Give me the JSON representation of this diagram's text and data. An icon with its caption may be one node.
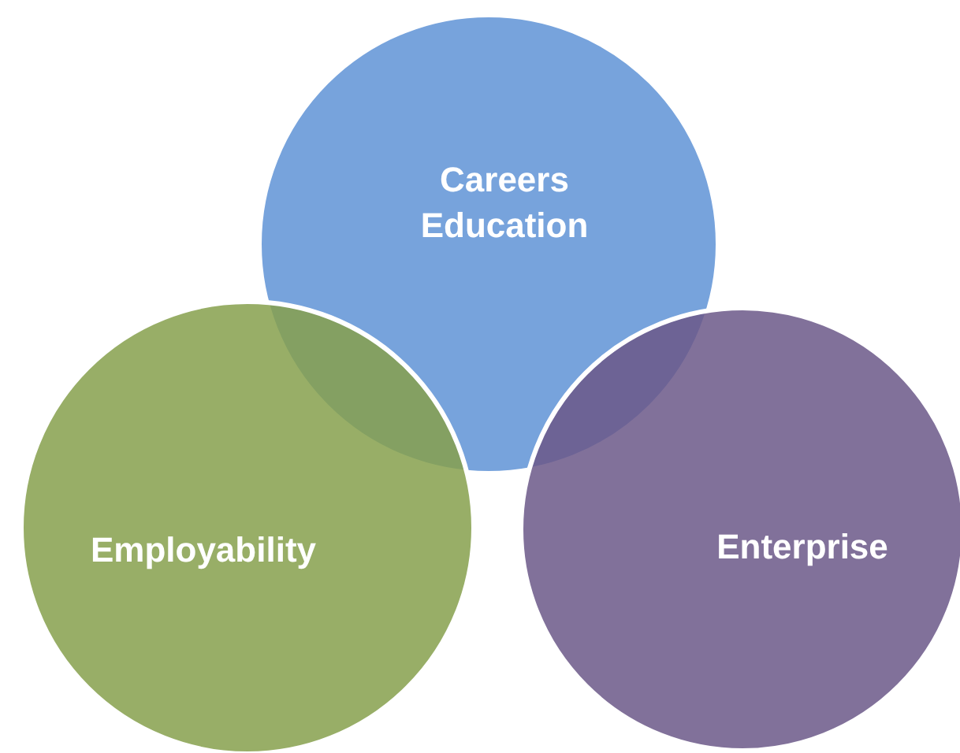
{
  "diagram": {
    "nodes": [
      {
        "text": [
          "Careers Education"
        ]
      },
      {
        "text": [
          "Employability"
        ]
      },
      {
        "text": [
          "Enterprise"
        ]
      }
    ]
  }
}
